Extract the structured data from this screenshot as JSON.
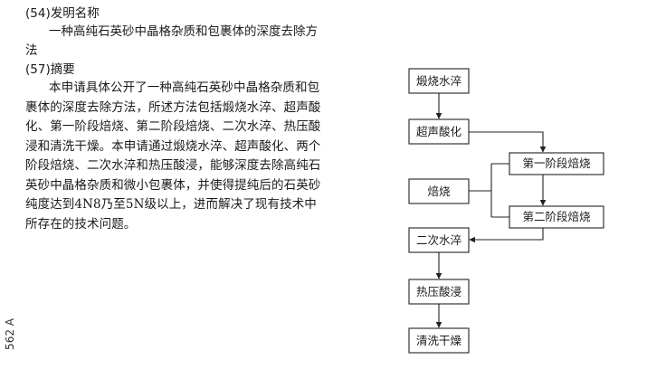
{
  "title_section": {
    "label": "(54)发明名称",
    "text": "一种高纯石英砂中晶格杂质和包裹体的深度去除方法"
  },
  "abstract_section": {
    "label": "(57)摘要",
    "text": "本申请具体公开了一种高纯石英砂中晶格杂质和包裹体的深度去除方法，所述方法包括煅烧水淬、超声酸化、第一阶段焙烧、第二阶段焙烧、二次水淬、热压酸浸和清洗干燥。本申请通过煅烧水淬、超声酸化、两个阶段焙烧、二次水淬和热压酸浸，能够深度去除高纯石英砂中晶格杂质和微小包裹体，并使得提纯后的石英砂纯度达到4N8乃至5N级以上，进而解决了现有技术中所存在的技术问题。"
  },
  "side_code": "562 A",
  "flowchart": {
    "steps": {
      "calcine_quench": "煅烧水淬",
      "ultrasonic_acid": "超声酸化",
      "roasting": "焙烧",
      "stage1": "第一阶段焙烧",
      "stage2": "第二阶段焙烧",
      "second_quench": "二次水淬",
      "hot_acid": "热压酸浸",
      "wash_dry": "清洗干燥"
    }
  }
}
